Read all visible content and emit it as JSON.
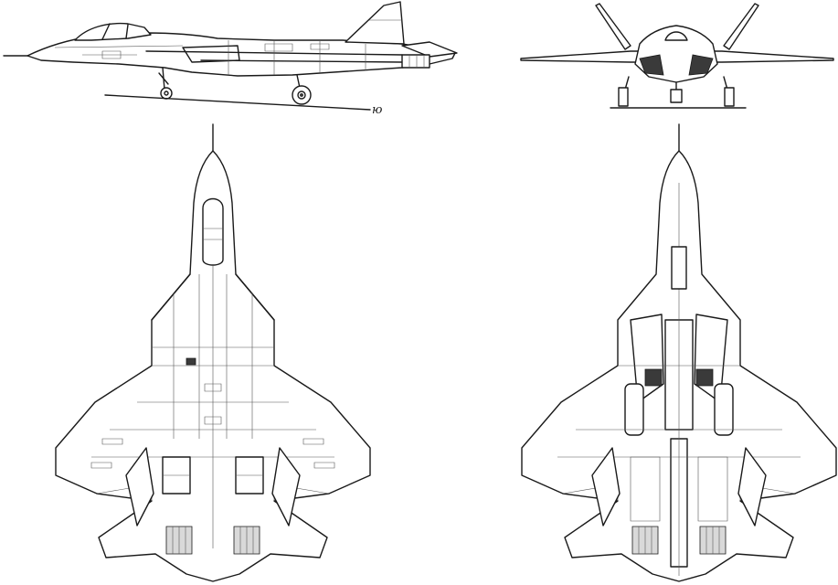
{
  "drawing": {
    "views": [
      "side",
      "front",
      "top",
      "bottom"
    ],
    "scale_mark": "ю"
  }
}
